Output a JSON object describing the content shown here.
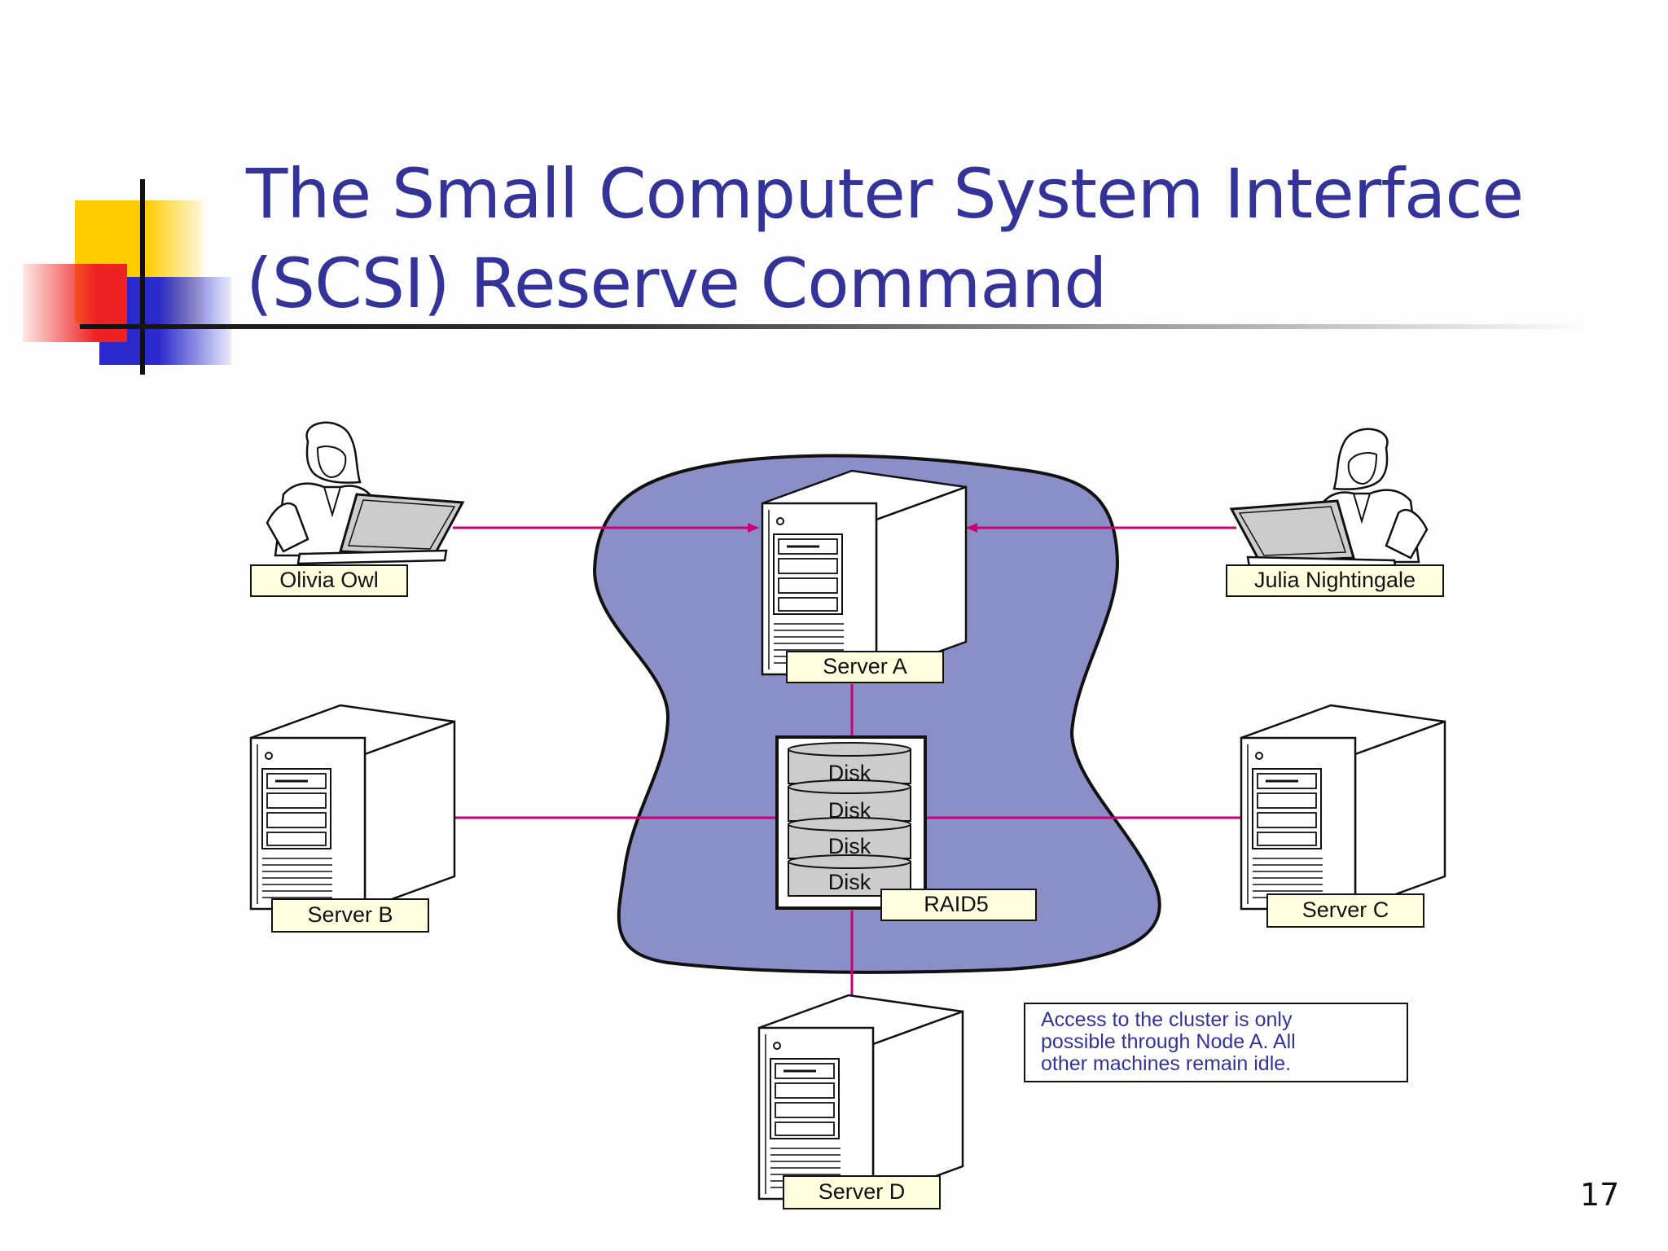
{
  "slide": {
    "title_line1": "The Small Computer System Interface",
    "title_line2": "(SCSI) Reserve Command",
    "page_number": "17"
  },
  "diagram": {
    "users": [
      {
        "name": "Olivia Owl"
      },
      {
        "name": "Julia Nightingale"
      }
    ],
    "servers": [
      "Server A",
      "Server B",
      "Server C",
      "Server D"
    ],
    "disks": [
      "Disk",
      "Disk",
      "Disk",
      "Disk"
    ],
    "array_label": "RAID5",
    "note_lines": [
      "Access to the cluster is only",
      "possible through Node A. All",
      "other machines remain idle."
    ]
  },
  "colors": {
    "title": "#333399",
    "cluster_fill": "#8b8fc7",
    "connector": "#cc0077",
    "label_fill": "#ffffe0",
    "deco_yellow": "#ffcc00",
    "deco_red": "#ee2222",
    "deco_blue": "#3333cc"
  }
}
